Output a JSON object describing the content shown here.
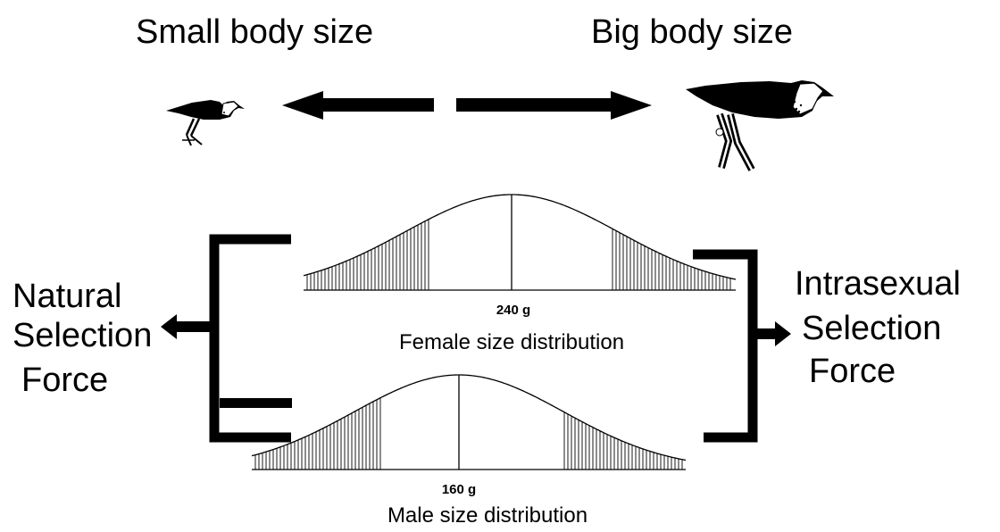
{
  "labels": {
    "small_body_size": "Small body size",
    "big_body_size": "Big body size",
    "natural_selection": [
      "Natural",
      "Selection",
      "Force"
    ],
    "intrasexual_selection": [
      "Intrasexual",
      "Selection",
      "Force"
    ]
  },
  "distributions": {
    "female": {
      "mean_label": "240 g",
      "caption": "Female size distribution"
    },
    "male": {
      "mean_label": "160 g",
      "caption": "Male size distribution"
    }
  },
  "icons": {
    "small_bird": "small-bird-icon",
    "big_bird": "big-bird-icon",
    "arrow_left": "arrow-left-icon",
    "arrow_right": "arrow-right-icon"
  },
  "colors": {
    "ink": "#000000",
    "background": "#ffffff"
  }
}
